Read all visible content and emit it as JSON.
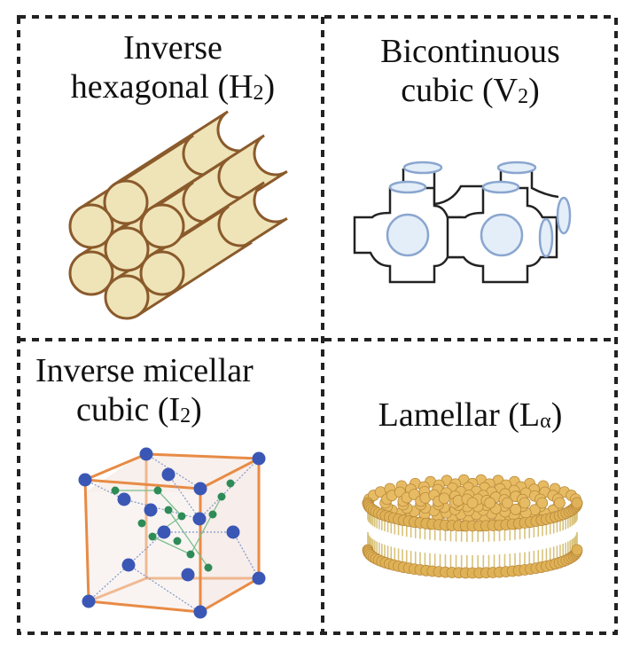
{
  "panels": {
    "h2": {
      "line1": "Inverse",
      "line2_pre": "hexagonal (H",
      "sub": "2",
      "line2_post": ")"
    },
    "v2": {
      "line1": "Bicontinuous",
      "line2_pre": "cubic (V",
      "sub": "2",
      "line2_post": ")"
    },
    "i2": {
      "line1": "Inverse micellar",
      "line2_pre": "cubic (I",
      "sub": "2",
      "line2_post": ")"
    },
    "la": {
      "line1_pre": "Lamellar (L",
      "sub": "α",
      "line1_post": ")"
    }
  },
  "colors": {
    "tube_fill": "#efe3b8",
    "tube_stroke": "#8a5a2b",
    "cubic_fill": "#e4eef9",
    "cubic_stroke": "#8aa6cf",
    "cube_edge": "#e88b45",
    "sphere_blue": "#3b57b5",
    "sphere_green": "#2e8b57",
    "lipid_head": "#e2b45a",
    "lipid_tail": "#d8c27a"
  },
  "icons": [
    "hexagonal-tube-bundle",
    "bicontinuous-cubic-network",
    "micellar-cubic-lattice",
    "lipid-bilayer-disk"
  ]
}
